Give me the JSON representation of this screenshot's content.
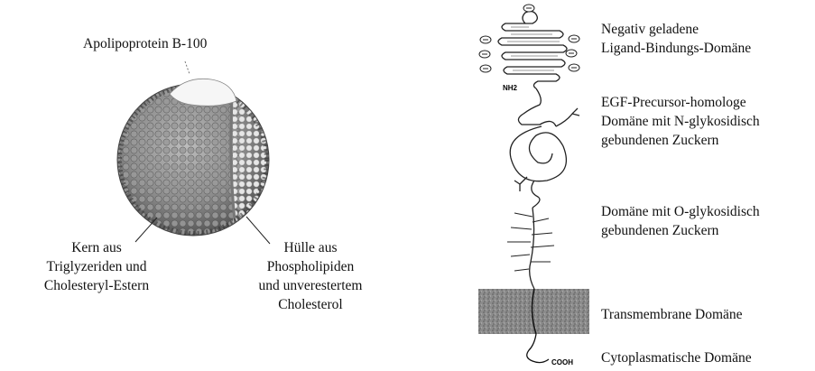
{
  "ldl_particle": {
    "apolipoprotein_label": "Apolipoprotein B-100",
    "core_label": [
      "Kern aus",
      "Triglyzeriden und",
      "Cholesteryl-Estern"
    ],
    "shell_label": [
      "Hülle aus",
      "Phospholipiden",
      "und unverestertem",
      "Cholesterol"
    ]
  },
  "ldl_receptor": {
    "nh2_label": "NH2",
    "cooh_label": "COOH",
    "domains": [
      {
        "lines": [
          "Negativ geladene",
          "Ligand-Bindungs-Domäne"
        ]
      },
      {
        "lines": [
          "EGF-Precursor-homologe",
          "Domäne mit N-glykosidisch",
          "gebundenen Zuckern"
        ]
      },
      {
        "lines": [
          "Domäne mit O-glykosidisch",
          "gebundenen Zuckern"
        ]
      },
      {
        "lines": [
          "Transmembrane Domäne"
        ]
      },
      {
        "lines": [
          "Cytoplasmatische Domäne"
        ]
      }
    ]
  }
}
